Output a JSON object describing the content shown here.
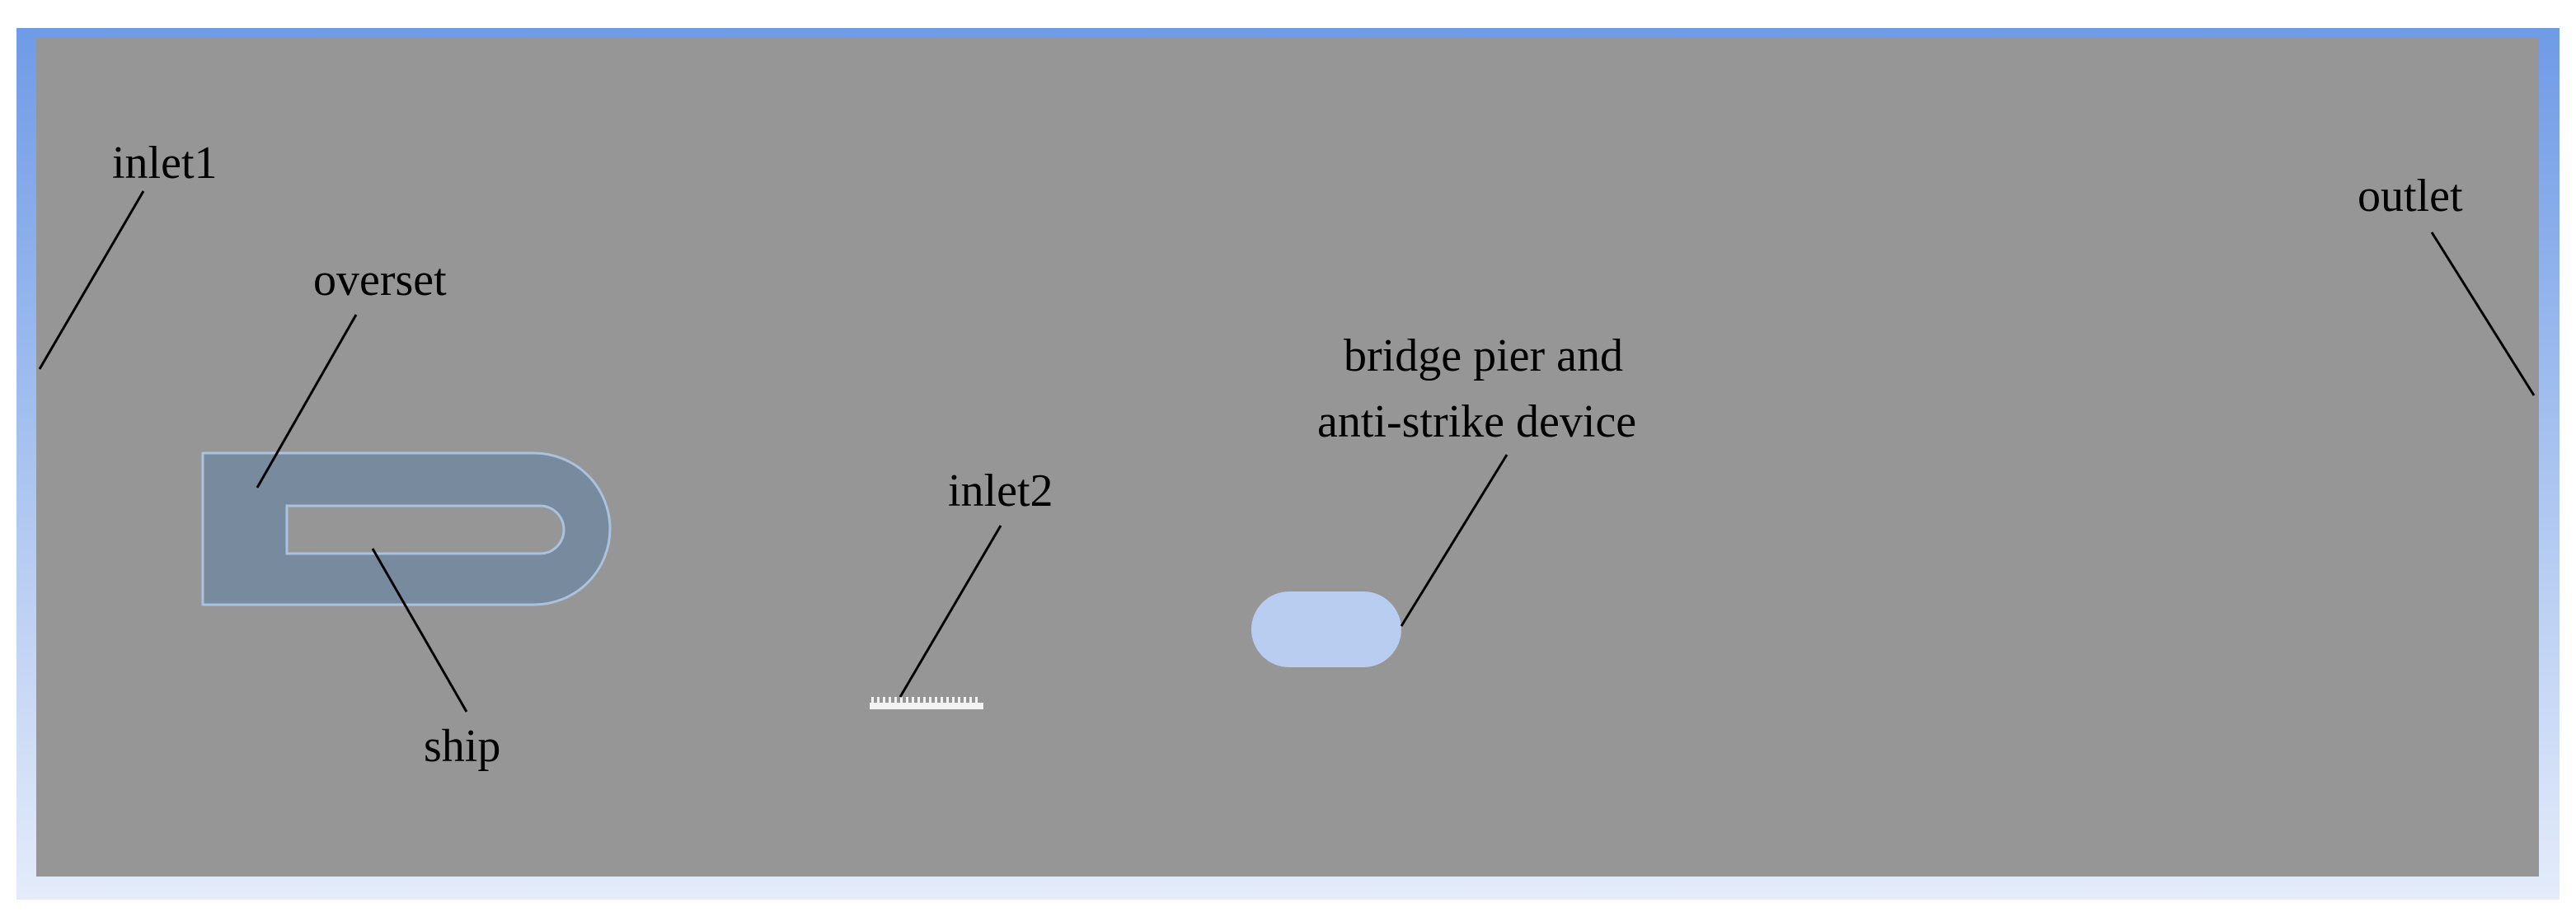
{
  "labels": {
    "inlet1": "inlet1",
    "overset": "overset",
    "ship": "ship",
    "inlet2": "inlet2",
    "pier_line1": "bridge pier and",
    "pier_line2": "anti-strike device",
    "outlet": "outlet"
  },
  "colors": {
    "frame_top": "#6f9be6",
    "frame_bottom": "#e4ecfa",
    "domain": "#969696",
    "overset_fill": "#778a9e",
    "overset_stroke": "#a9c2de",
    "ship_fill": "#969696",
    "pier_fill": "#b8cdf0",
    "inlet2_fill": "#f2f2f2",
    "leader_line": "#000000"
  }
}
